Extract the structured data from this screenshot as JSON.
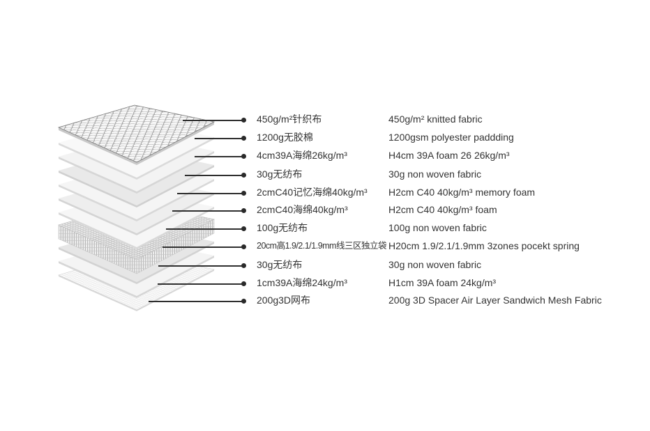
{
  "diagram": {
    "type": "mattress-layer-structure",
    "colors": {
      "text": "#333333",
      "leader_line": "#2e2e2e",
      "background": "#ffffff"
    },
    "layers": [
      {
        "zh": "450g/m²针织布",
        "en": "450g/m² knitted fabric"
      },
      {
        "zh": "1200g无胶棉",
        "en": "1200gsm polyester paddding"
      },
      {
        "zh": "4cm39A海绵26kg/m³",
        "en": "H4cm 39A foam 26 26kg/m³"
      },
      {
        "zh": "30g无纺布",
        "en": "30g non woven fabric"
      },
      {
        "zh": "2cmC40记忆海绵40kg/m³",
        "en": "H2cm C40 40kg/m³ memory foam"
      },
      {
        "zh": "2cmC40海绵40kg/m³",
        "en": "H2cm C40 40kg/m³ foam"
      },
      {
        "zh": "100g无纺布",
        "en": "100g non woven fabric"
      },
      {
        "zh": "20cm高1.9/2.1/1.9mm线三区独立袋",
        "en": "H20cm 1.9/2.1/1.9mm 3zones pocekt spring"
      },
      {
        "zh": "30g无纺布",
        "en": "30g non woven fabric"
      },
      {
        "zh": "1cm39A海绵24kg/m³",
        "en": "H1cm 39A foam 24kg/m³"
      },
      {
        "zh": "200g3D网布",
        "en": "200g 3D Spacer Air Layer Sandwich Mesh Fabric"
      }
    ]
  }
}
